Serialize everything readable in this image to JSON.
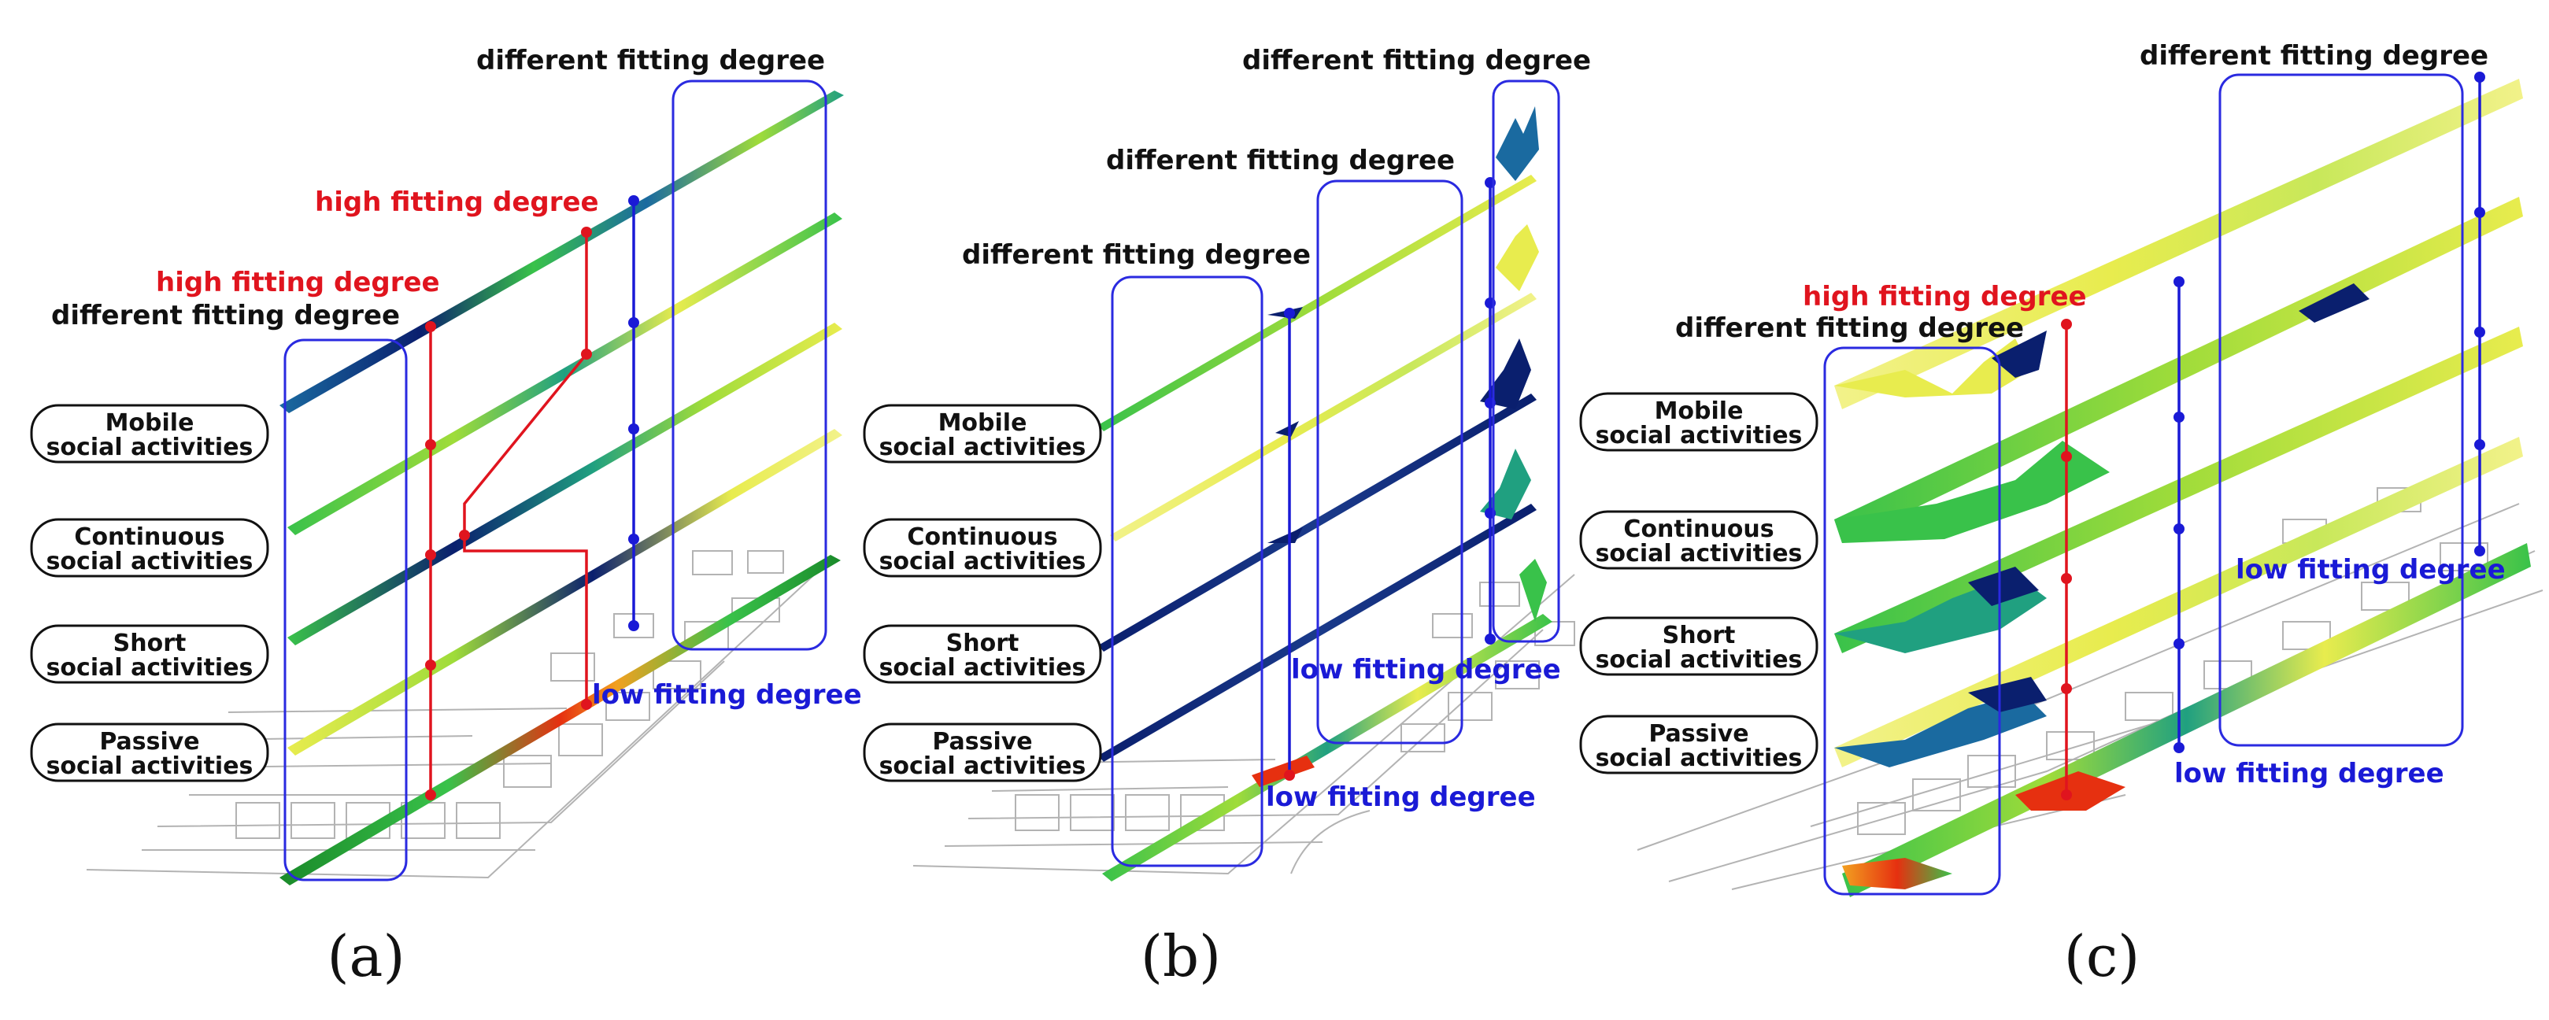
{
  "colors": {
    "high": "#e0141e",
    "low": "#1a1ad6",
    "box": "#2a2ae0",
    "ribbon_ramp": [
      "#0a1f6e",
      "#1a6aa0",
      "#20a080",
      "#39c24a",
      "#9fdc3a",
      "#e8ec4e",
      "#f2f28a",
      "#f2a020",
      "#e63010"
    ]
  },
  "activities": [
    {
      "line1": "Mobile",
      "line2": "social activities"
    },
    {
      "line1": "Continuous",
      "line2": "social activities"
    },
    {
      "line1": "Short",
      "line2": "social activities"
    },
    {
      "line1": "Passive",
      "line2": "social activities"
    }
  ],
  "panels": [
    {
      "caption": "(a)",
      "labels": {
        "high_1": "high fitting degree",
        "high_2": "high fitting degree",
        "different_left": "different fitting degree",
        "different_right": "different fitting degree",
        "low": "low fitting degree"
      }
    },
    {
      "caption": "(b)",
      "labels": {
        "different_top": "different fitting degree",
        "different_mid": "different fitting degree",
        "different_left": "different fitting degree",
        "low_1": "low fitting degree",
        "low_2": "low fitting degree"
      }
    },
    {
      "caption": "(c)",
      "labels": {
        "high": "high fitting degree",
        "different_left": "different fitting degree",
        "different_right": "different fitting degree",
        "low_1": "low fitting degree",
        "low_2": "low fitting degree"
      }
    }
  ]
}
